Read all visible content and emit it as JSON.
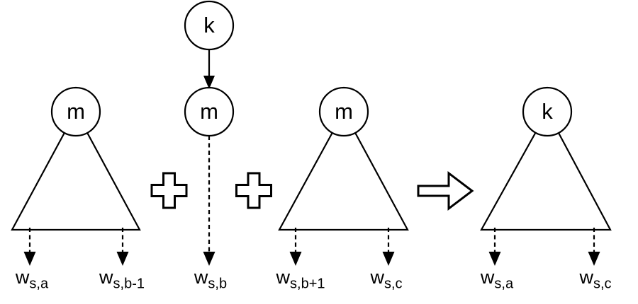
{
  "figure": {
    "description_nodes": "tree-merge-diagram",
    "colors": {
      "stroke": "#000000",
      "fill": "#ffffff"
    },
    "nodes": [
      {
        "id": "top-key",
        "label": "k"
      },
      {
        "id": "left-subtree-root",
        "label": "m"
      },
      {
        "id": "middle-node",
        "label": "m"
      },
      {
        "id": "right-subtree-root",
        "label": "m"
      },
      {
        "id": "result-root",
        "label": "k"
      }
    ],
    "operators": [
      {
        "id": "plus-1",
        "glyph": "plus-outline"
      },
      {
        "id": "plus-2",
        "glyph": "plus-outline"
      },
      {
        "id": "implies",
        "glyph": "right-arrow-outline"
      }
    ],
    "leaf_labels": [
      {
        "base": "w",
        "sub": "s,a"
      },
      {
        "base": "w",
        "sub": "s,b-1"
      },
      {
        "base": "w",
        "sub": "s,b"
      },
      {
        "base": "w",
        "sub": "s,b+1"
      },
      {
        "base": "w",
        "sub": "s,c"
      },
      {
        "base": "w",
        "sub": "s,a"
      },
      {
        "base": "w",
        "sub": "s,c"
      }
    ]
  }
}
